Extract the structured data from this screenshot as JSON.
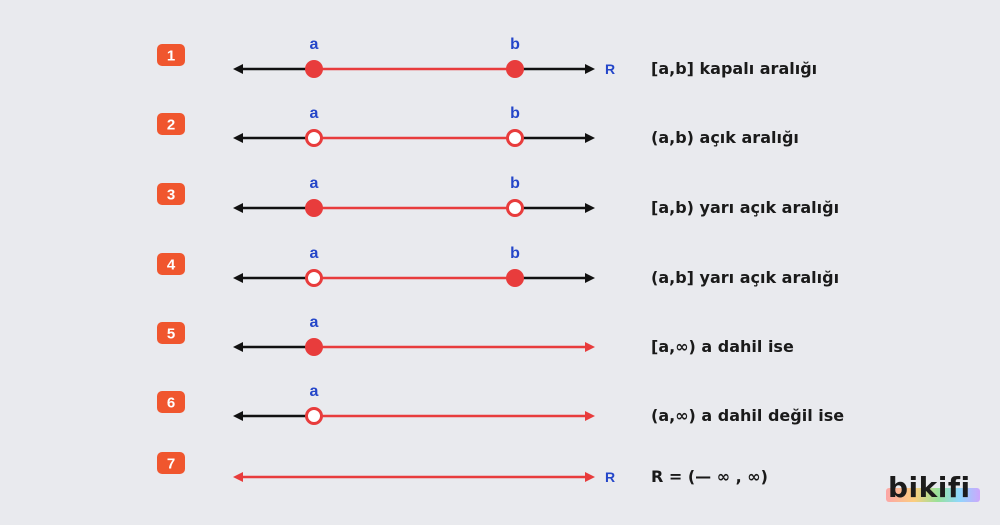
{
  "colors": {
    "interval": "#e83c3c",
    "axis": "#111111",
    "badge": "#f0562e",
    "label": "#2446c9",
    "text": "#1a1a1a"
  },
  "rows": [
    {
      "num": "1",
      "left": {
        "label": "a",
        "filled": true
      },
      "right": {
        "label": "b",
        "filled": true
      },
      "axis_label": "R",
      "description": "[a,b] kapalı aralığı"
    },
    {
      "num": "2",
      "left": {
        "label": "a",
        "filled": false
      },
      "right": {
        "label": "b",
        "filled": false
      },
      "axis_label": "",
      "description": "(a,b) açık aralığı"
    },
    {
      "num": "3",
      "left": {
        "label": "a",
        "filled": true
      },
      "right": {
        "label": "b",
        "filled": false
      },
      "axis_label": "",
      "description": "[a,b) yarı açık aralığı"
    },
    {
      "num": "4",
      "left": {
        "label": "a",
        "filled": false
      },
      "right": {
        "label": "b",
        "filled": true
      },
      "axis_label": "",
      "description": "(a,b] yarı açık aralığı"
    },
    {
      "num": "5",
      "left": {
        "label": "a",
        "filled": true
      },
      "right": null,
      "axis_label": "",
      "description": "[a,∞) a dahil ise"
    },
    {
      "num": "6",
      "left": {
        "label": "a",
        "filled": false
      },
      "right": null,
      "axis_label": "",
      "description": "(a,∞) a dahil değil ise"
    },
    {
      "num": "7",
      "left": null,
      "right": null,
      "axis_label": "R",
      "description": "R = (— ∞ , ∞)"
    }
  ],
  "logo": {
    "text": "bikifi"
  }
}
